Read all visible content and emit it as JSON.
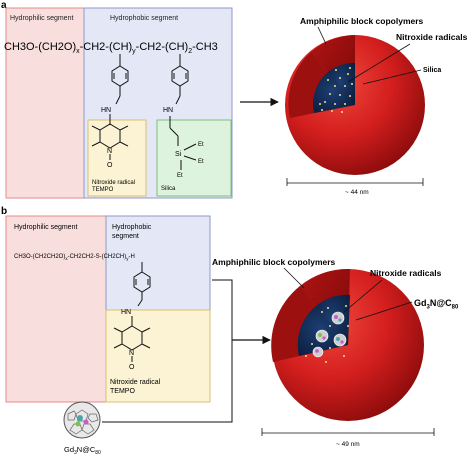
{
  "panel_a": {
    "letter": "a",
    "hydrophilic_label": "Hydrophilic segment",
    "hydrophobic_label": "Hydrophobic segment",
    "formula_pre": "CH3O-(CH2O)",
    "formula_sub_x": "x",
    "formula_mid": "-CH2-(CH)",
    "formula_sub_y": "y",
    "formula_post": "-CH2-(CH)",
    "formula_sub_2": "2",
    "formula_end": "-CH3",
    "hn_left": "HN",
    "hn_right": "HN",
    "n_o_label": "N",
    "o_label": "O",
    "si_label": "Si",
    "et_labels": [
      "Et",
      "Et",
      "Et"
    ],
    "tempo_label": [
      "Nitroxide radical",
      "TEMPO"
    ],
    "silica_box_label": "Silica",
    "callout_copolymers": "Amphiphilic block copolymers",
    "callout_nitroxide": "Nitroxide radicals",
    "callout_silica": "Silica",
    "size_label": "~ 44 nm"
  },
  "panel_b": {
    "letter": "b",
    "hydrophilic_label": "Hydrophilic segment",
    "hydrophobic_label": [
      "Hydrophobic",
      "segment"
    ],
    "formula": "CH3O-(CH2CH2O)",
    "formula_sub_x": "x",
    "formula_mid": "-CH2CH2-S-(CH2CH)",
    "formula_sub_y": "y",
    "formula_end": "-H",
    "hn_label": "HN",
    "n_o_label": "N",
    "o_label": "O",
    "tempo_label": [
      "Nitroxide radical",
      "TEMPO"
    ],
    "fullerene_label": "Gd",
    "fullerene_sub_3": "3",
    "fullerene_label_mid": "N@C",
    "fullerene_sub_80": "80",
    "callout_copolymers": "Amphiphilic block copolymers",
    "callout_nitroxide": "Nitroxide radicals",
    "callout_gd_main": "Gd",
    "callout_gd_sub3": "3",
    "callout_gd_mid": "N@C",
    "callout_gd_sub80": "80",
    "size_label": "~ 49 nm"
  },
  "colors": {
    "hydrophilic_fill": "#f9dede",
    "hydrophilic_border": "#e58a8a",
    "hydrophobic_fill": "#e4e8f6",
    "hydrophobic_border": "#8f98c9",
    "tempo_fill": "#fbf3d3",
    "tempo_border": "#d8c070",
    "silica_fill": "#def3dd",
    "silica_border": "#7cc07a",
    "shell_red": "#d41c1c",
    "core_navy": "#102a52",
    "dots": "#f0e08a"
  }
}
